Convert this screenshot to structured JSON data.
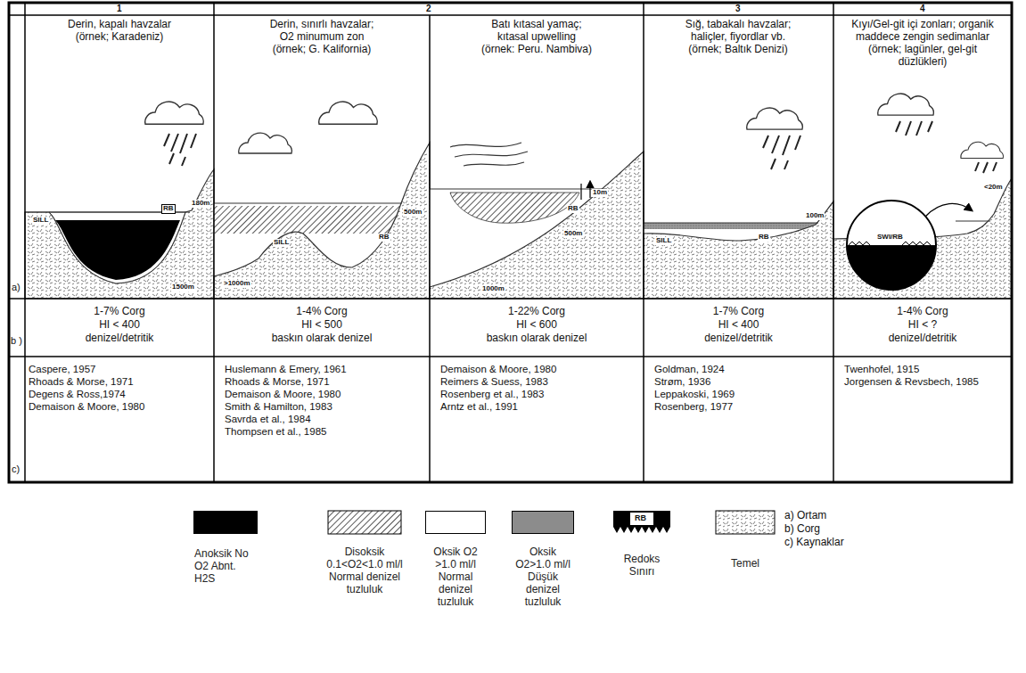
{
  "diagram": {
    "nodes": [
      {
        "text": [
          "Derin, kapalı havzalar (örnek; Karadeniz)"
        ]
      },
      {
        "text": [
          "Derin, sınırlı havzalar; O2 minumum zon (örnek; G. Kalifornia)"
        ]
      },
      {
        "text": [
          "Batı kıtasal yamaç; kıtasal upwelling (örnek: Peru. Nambiva)"
        ]
      },
      {
        "text": [
          "Sığ, tabakalı havzalar; haliçler, fiyordlar vb. (örnek; Baltık Denizi)"
        ]
      },
      {
        "text": [
          "Kıyı/Gel-git içi zonları; organik maddece zengin sedimanlar (örnek; lagünler, gel-git düzlükleri)"
        ]
      },
      {
        "text": [
          "1-7% Corg",
          "HI < 400",
          "denizel/detritik"
        ]
      },
      {
        "text": [
          "1-4% Corg",
          "HI < 500",
          "baskın olarak denizel"
        ]
      },
      {
        "text": [
          "1-22% Corg",
          "HI < 600",
          "baskın olarak denizel"
        ]
      },
      {
        "text": [
          "1-7% Corg",
          "HI < 400",
          "denizel/detritik"
        ]
      },
      {
        "text": [
          "1-4% Corg",
          "HI < ?",
          "denizel/detritik"
        ]
      },
      {
        "text": [
          "Caspere, 1957",
          "Rhoads & Morse, 1971",
          "Degens & Ross,1974",
          "Demaison & Moore, 1980"
        ]
      },
      {
        "text": [
          "Huslemann & Emery, 1961",
          "Rhoads & Morse, 1971",
          "Demaison & Moore, 1980",
          "Smith & Hamilton, 1983",
          "Savrda et al., 1984",
          "Thompsen et al., 1985"
        ]
      },
      {
        "text": [
          "Demaison & Moore, 1980",
          "Reimers & Suess, 1983",
          "Rosenberg et al., 1983",
          "Arntz et al., 1991"
        ]
      },
      {
        "text": [
          "Goldman, 1924",
          "Strøm, 1936",
          "Leppakoski, 1969",
          "Rosenberg, 1977"
        ]
      },
      {
        "text": [
          "Twenhofel, 1915",
          "Jorgensen & Revsbech, 1985"
        ]
      }
    ],
    "labels": [
      "1",
      "2",
      "3",
      "4",
      "a)",
      "b )",
      "c)",
      "SILL",
      "RB",
      "180m",
      "1500m",
      "SILL",
      "RB",
      "500m",
      ">1000m",
      "10m",
      "RB",
      "500m",
      "1000m",
      "SILL",
      "RB",
      "100m",
      "SWI/RB",
      "<20m",
      "a) Ortam",
      "b) Corg",
      "c) Kaynaklar",
      "RB"
    ],
    "legend": [
      {
        "text": "Anoksik No O2 Abnt. H2S",
        "color": "#000000"
      },
      {
        "text": "Disoksik 0.1<O2<1.0 ml/l Normal denizel tuzluluk"
      },
      {
        "text": "Oksik O2 >1.0 ml/l Normal denizel tuzluluk",
        "color": "#ffffff"
      },
      {
        "text": "Oksik O2>1.0 ml/l Düşük denizel tuzluluk",
        "color": "#8c8c8c"
      },
      {
        "text": "Redoks Sınırı"
      },
      {
        "text": "Temel"
      }
    ]
  }
}
